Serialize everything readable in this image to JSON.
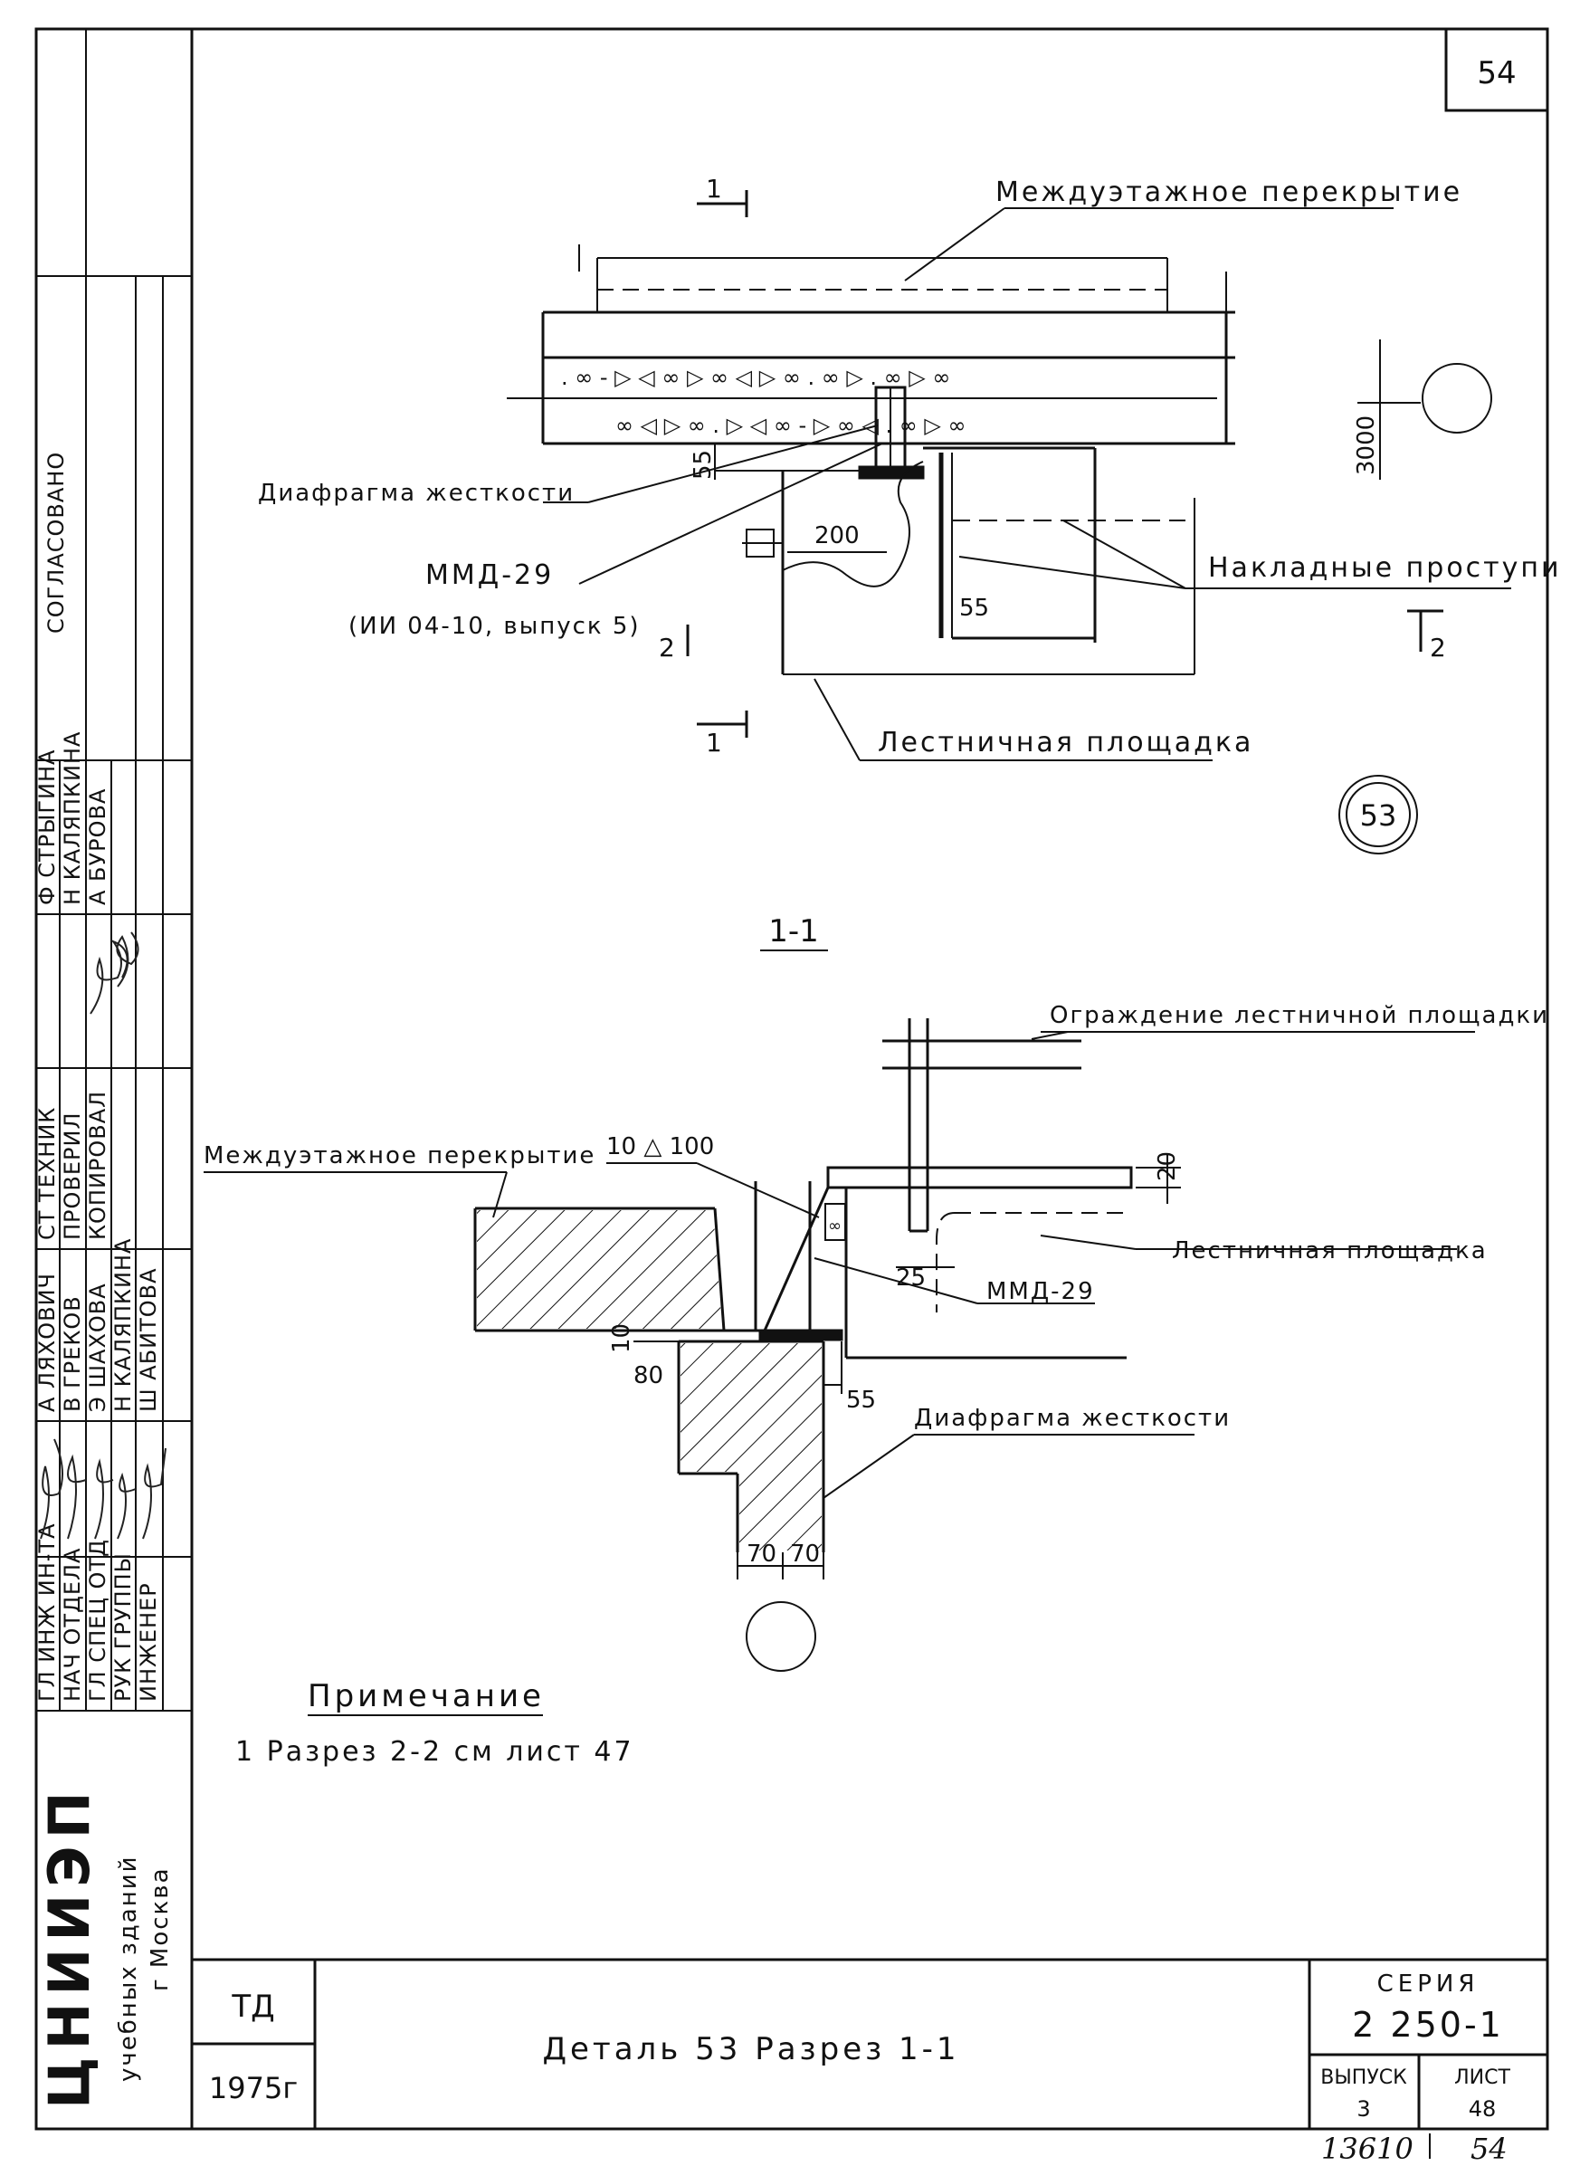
{
  "sheet": {
    "page_corner": "54",
    "bottom_number_left": "13610",
    "bottom_number_right": "54"
  },
  "drawing_top": {
    "label_floor": "Междуэтажное перекрытие",
    "label_diaphragm": "Диафрагма жесткости",
    "label_mmd": "ММД-29",
    "label_mmd_ref": "(ИИ 04-10, выпуск 5)",
    "label_treads": "Накладные проступи",
    "label_landing": "Лестничная площадка",
    "dim_3000": "3000",
    "dim_55a": "55",
    "dim_200": "200",
    "dim_55b": "55",
    "cut_1_top": "1",
    "cut_1_bottom": "1",
    "cut_2_left": "2",
    "cut_2_right": "2",
    "detail_mark": "53"
  },
  "drawing_section": {
    "title": "1-1",
    "label_railing": "Ограждение лестничной площадки",
    "label_floor": "Междуэтажное перекрытие",
    "label_weld": "10 △ 100",
    "label_landing": "Лестничная площадка",
    "label_mmd": "ММД-29",
    "label_diaphragm": "Диафрагма жесткости",
    "dim_20": "20",
    "dim_25": "25",
    "dim_10": "10",
    "dim_80": "80",
    "dim_55": "55",
    "dim_70a": "70",
    "dim_70b": "70"
  },
  "note": {
    "heading": "Примечание",
    "text": "1 Разрез 2-2 см лист 47"
  },
  "left_strip": {
    "agreed": "СОГЛАСОВАНО",
    "col1": [
      "Ф СТРЫГИНА",
      "Н КАЛЯПКИНА",
      "А БУРОВА"
    ],
    "col2": [
      "СТ ТЕХНИК",
      "ПРОВЕРИЛ",
      "КОПИРОВАЛ"
    ],
    "col3": [
      "А ЛЯХОВИЧ",
      "В ГРЕКОВ",
      "Э ШАХОВА",
      "Н КАЛЯПКИНА",
      "Ш АБИТОВА"
    ],
    "col4": [
      "ГЛ ИНЖ ИН-ТА",
      "НАЧ ОТДЕЛА",
      "ГЛ СПЕЦ ОТД",
      "РУК ГРУППЫ",
      "ИНЖЕНЕР"
    ],
    "org_name": "ЦНИИЭП",
    "org_sub": "учебных зданий",
    "org_city": "г Москва"
  },
  "title_block": {
    "code": "ТД",
    "year": "1975г",
    "title": "Деталь 53 Разрез 1-1",
    "series_label": "СЕРИЯ",
    "series_value": "2 250-1",
    "issue_label": "ВЫПУСК",
    "issue_value": "3",
    "sheet_label": "ЛИСТ",
    "sheet_value": "48"
  }
}
